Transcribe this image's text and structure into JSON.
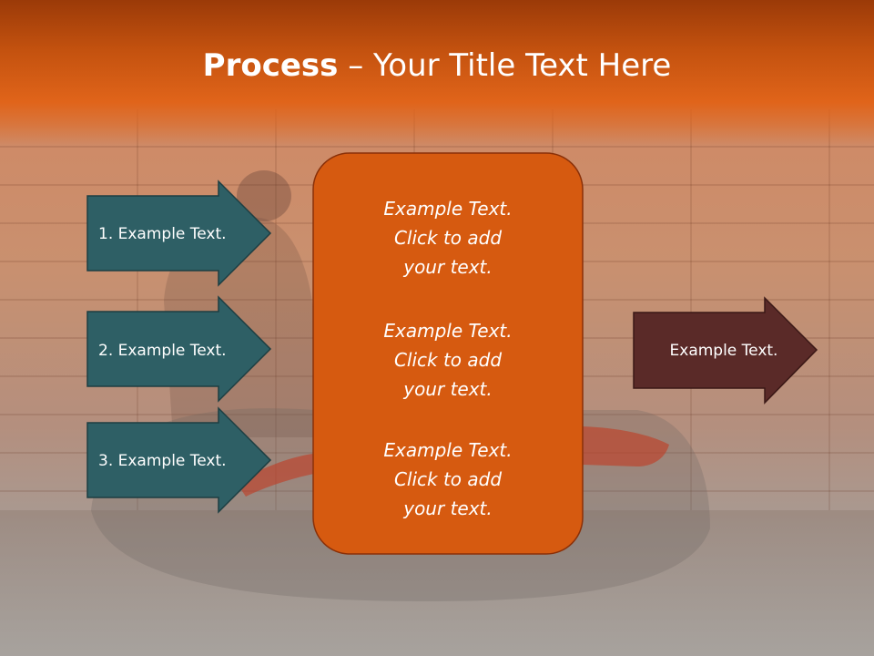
{
  "title": {
    "bold": "Process",
    "separator": " – ",
    "rest": "Your Title Text Here"
  },
  "left_arrows": [
    {
      "label": "1. Example Text."
    },
    {
      "label": "2. Example Text."
    },
    {
      "label": "3. Example Text."
    }
  ],
  "center_box": {
    "blocks": [
      {
        "lines": [
          "Example Text.",
          "Click  to add",
          "your text."
        ]
      },
      {
        "lines": [
          "Example Text.",
          "Click  to add",
          "your text."
        ]
      },
      {
        "lines": [
          "Example Text.",
          "Click  to add",
          "your text."
        ]
      }
    ]
  },
  "right_arrow": {
    "label": "Example Text."
  },
  "colors": {
    "header": "#c4520f",
    "left_arrow_fill": "#2e5f65",
    "center_box_fill": "#d65a10",
    "right_arrow_fill": "#5a2a28"
  }
}
